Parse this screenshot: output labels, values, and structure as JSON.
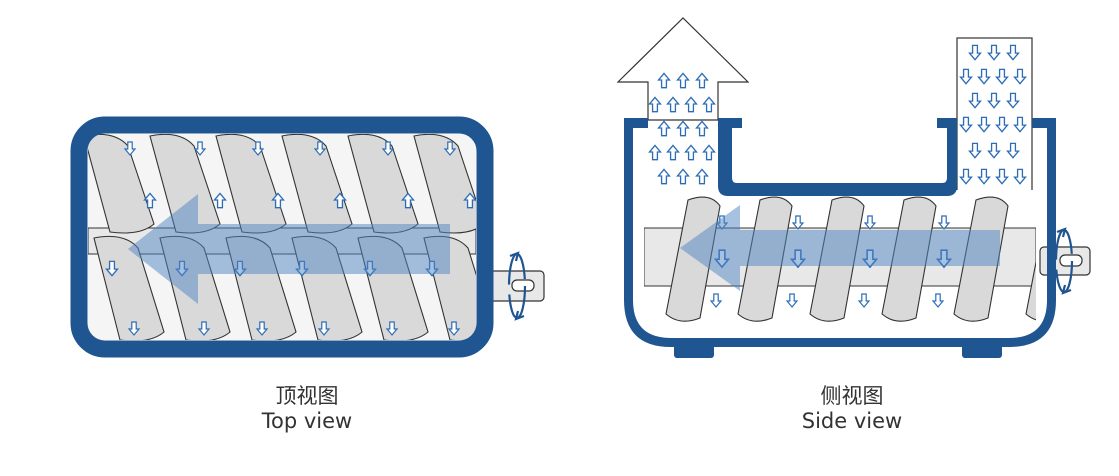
{
  "colors": {
    "frame": "#1f5591",
    "flight": "#d9d9d9",
    "shaft": "#e8e8e8",
    "outline": "#333333",
    "flow_arrow": "#4f84c4",
    "small_arrow": "#2e6db4"
  },
  "top_view": {
    "caption_cn": "顶视图",
    "caption_en": "Top view",
    "rotation_icon": "rotation-arrow-icon",
    "flow_icon": "flow-arrow-left-icon"
  },
  "side_view": {
    "caption_cn": "侧视图",
    "caption_en": "Side view",
    "outlet_icon": "up-arrow-outlet-icon",
    "inlet_icon": "down-arrows-inlet-icon",
    "rotation_icon": "rotation-arrow-icon",
    "flow_icon": "flow-arrow-left-icon"
  }
}
